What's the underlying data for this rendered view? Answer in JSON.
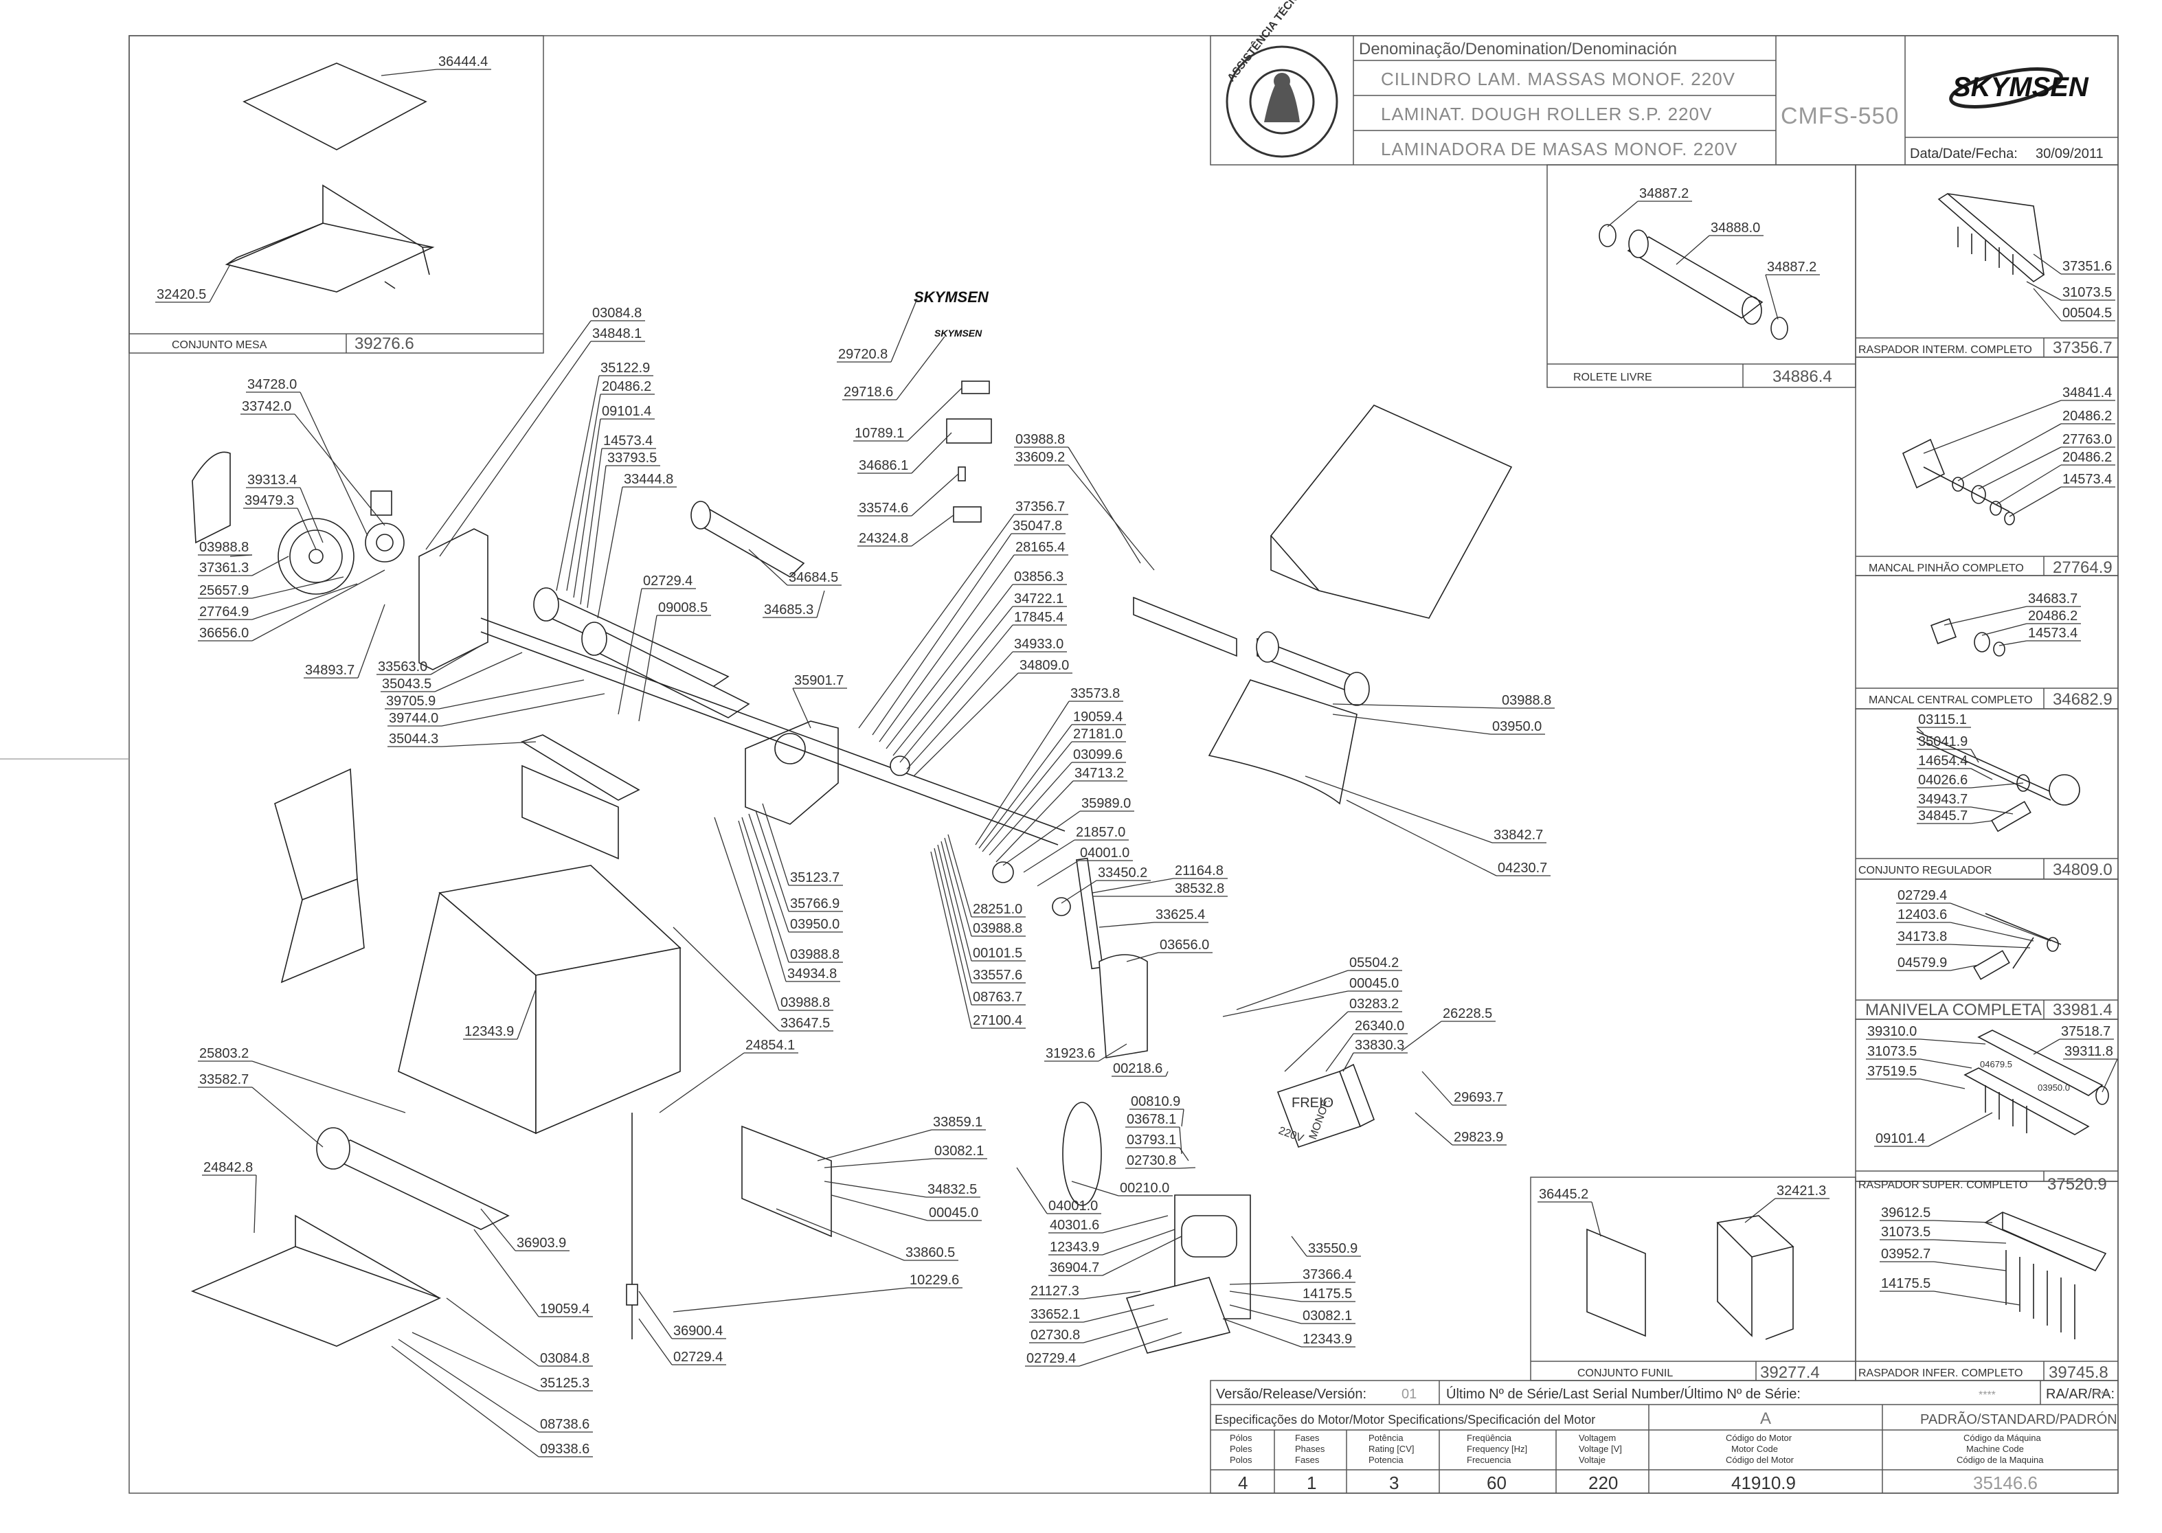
{
  "title_block": {
    "denomination_label": "Denominação/Denomination/Denominación",
    "name_pt": "CILINDRO LAM. MASSAS MONOF. 220V",
    "name_en": "LAMINAT. DOUGH ROLLER S.P. 220V",
    "name_es": "LAMINADORA DE MASAS MONOF. 220V",
    "model": "CMFS-550",
    "brand": "SKYMSEN",
    "date_label": "Data/Date/Fecha:",
    "date": "30/09/2011",
    "seal_text": "ASSISTÊNCIA TÉCNICA AUTORIZADA"
  },
  "footer": {
    "version_label": "Versão/Release/Versión:",
    "version": "01",
    "serial_label": "Último Nº de Série/Last Serial Number/Último Nº de Série:",
    "serial": "****",
    "ra_label": "RA/AR/RA:",
    "ra": "****",
    "motor_spec_label": "Especificações do Motor/Motor Specifications/Specificación del Motor",
    "motor_rev": "A",
    "standard_label": "PADRÃO/STANDARD/PADRÓN",
    "col_poles": [
      "Pólos",
      "Poles",
      "Polos"
    ],
    "col_phases": [
      "Fases",
      "Phases",
      "Fases"
    ],
    "col_power": [
      "Potência",
      "Rating [CV]",
      "Potencia"
    ],
    "col_freq": [
      "Freqüência",
      "Frequency [Hz]",
      "Frecuencia"
    ],
    "col_voltage": [
      "Voltagem",
      "Voltage [V]",
      "Voltaje"
    ],
    "col_motor_code": [
      "Código do Motor",
      "Motor Code",
      "Código del Motor"
    ],
    "col_machine_code": [
      "Código da Máquina",
      "Machine Code",
      "Código de la Maquina"
    ],
    "poles": "4",
    "phases": "1",
    "power": "3",
    "frequency": "60",
    "voltage": "220",
    "motor_code": "41910.9",
    "machine_code": "35146.6"
  },
  "sub_assemblies": [
    {
      "name": "CONJUNTO MESA",
      "code": "39276.6",
      "parts": [
        "36444.4",
        "32420.5"
      ]
    },
    {
      "name": "ROLETE LIVRE",
      "code": "34886.4",
      "parts": [
        "34887.2",
        "34888.0",
        "34887.2"
      ]
    },
    {
      "name": "RASPADOR INTERM. COMPLETO",
      "code": "37356.7",
      "parts": [
        "37351.6",
        "31073.5",
        "00504.5"
      ]
    },
    {
      "name": "MANCAL PINHÃO COMPLETO",
      "code": "27764.9",
      "parts": [
        "34841.4",
        "20486.2",
        "27763.0",
        "20486.2",
        "14573.4"
      ]
    },
    {
      "name": "MANCAL CENTRAL COMPLETO",
      "code": "34682.9",
      "parts": [
        "34683.7",
        "20486.2",
        "14573.4"
      ]
    },
    {
      "name": "CONJUNTO REGULADOR",
      "code": "34809.0",
      "parts": [
        "03115.1",
        "35041.9",
        "14654.4",
        "04026.6",
        "34943.7",
        "34845.7"
      ]
    },
    {
      "name": "MANIVELA COMPLETA",
      "code": "33981.4",
      "parts": [
        "02729.4",
        "12403.6",
        "34173.8",
        "04579.9"
      ]
    },
    {
      "name": "RASPADOR SUPER. COMPLETO",
      "code": "37520.9",
      "parts": [
        "39310.0",
        "31073.5",
        "37519.5",
        "09101.4",
        "37518.7",
        "39311.8",
        "04679.5",
        "03950.0"
      ]
    },
    {
      "name": "CONJUNTO FUNIL",
      "code": "39277.4",
      "parts": [
        "36445.2",
        "32421.3"
      ]
    },
    {
      "name": "RASPADOR INFER. COMPLETO",
      "code": "39745.8",
      "parts": [
        "39612.5",
        "31073.5",
        "03952.7",
        "14175.5"
      ]
    }
  ],
  "main_labels": {
    "left_block": [
      "34728.0",
      "33742.0",
      "39313.4",
      "39479.3",
      "03988.8",
      "37361.3",
      "25657.9",
      "27764.9",
      "36656.0",
      "34893.7"
    ],
    "top_center": [
      "03084.8",
      "34848.1",
      "35122.9",
      "20486.2",
      "09101.4",
      "14573.4",
      "33793.5",
      "33444.8"
    ],
    "mid_left": [
      "02729.4",
      "09008.5",
      "33563.0",
      "35043.5",
      "39705.9",
      "39744.0",
      "35044.3"
    ],
    "roller_top": [
      "34684.5",
      "34685.3"
    ],
    "logos": [
      "29720.8",
      "29718.6",
      "10789.1",
      "34686.1",
      "33574.6",
      "24324.8"
    ],
    "center_right": [
      "37356.7",
      "35047.8",
      "28165.4",
      "03856.3",
      "34722.1",
      "17845.4",
      "34933.0",
      "34809.0",
      "35901.7"
    ],
    "center_lower": [
      "33573.8",
      "19059.4",
      "27181.0",
      "03099.6",
      "34713.2",
      "35989.0",
      "21857.0",
      "04001.0",
      "33450.2",
      "21164.8",
      "38532.8",
      "33625.4",
      "03656.0",
      "31923.6"
    ],
    "center_column": [
      "35123.7",
      "35766.9",
      "03950.0",
      "03988.8",
      "34934.8",
      "03988.8",
      "33647.5"
    ],
    "center_column_right": [
      "28251.0",
      "03988.8",
      "00101.5",
      "33557.6",
      "08763.7",
      "27100.4"
    ],
    "funnel": [
      "03988.8",
      "33609.2",
      "03988.8",
      "03950.0",
      "33842.7",
      "04230.7"
    ],
    "cabinet": [
      "12343.9",
      "24854.1"
    ],
    "lower_left": [
      "25803.2",
      "33582.7",
      "24842.8",
      "36903.9",
      "19059.4",
      "03084.8",
      "35125.3",
      "08738.6",
      "09338.6",
      "36900.4",
      "02729.4"
    ],
    "lower_center": [
      "33859.1",
      "03082.1",
      "34832.5",
      "00045.0",
      "33860.5",
      "10229.6"
    ],
    "motor": [
      "05504.2",
      "00045.0",
      "03283.2",
      "26340.0",
      "33830.3",
      "26228.5",
      "29693.7",
      "29823.9",
      "00218.6",
      "00810.9",
      "03678.1",
      "03793.1",
      "02730.8",
      "00210.0",
      "04001.0",
      "40301.6",
      "12343.9",
      "36904.7",
      "21127.3",
      "33652.1",
      "02730.8",
      "02729.4",
      "33550.9",
      "37366.4",
      "14175.5",
      "03082.1",
      "12343.9"
    ],
    "motor_box": [
      "FREIO",
      "220V",
      "MONOF."
    ]
  }
}
